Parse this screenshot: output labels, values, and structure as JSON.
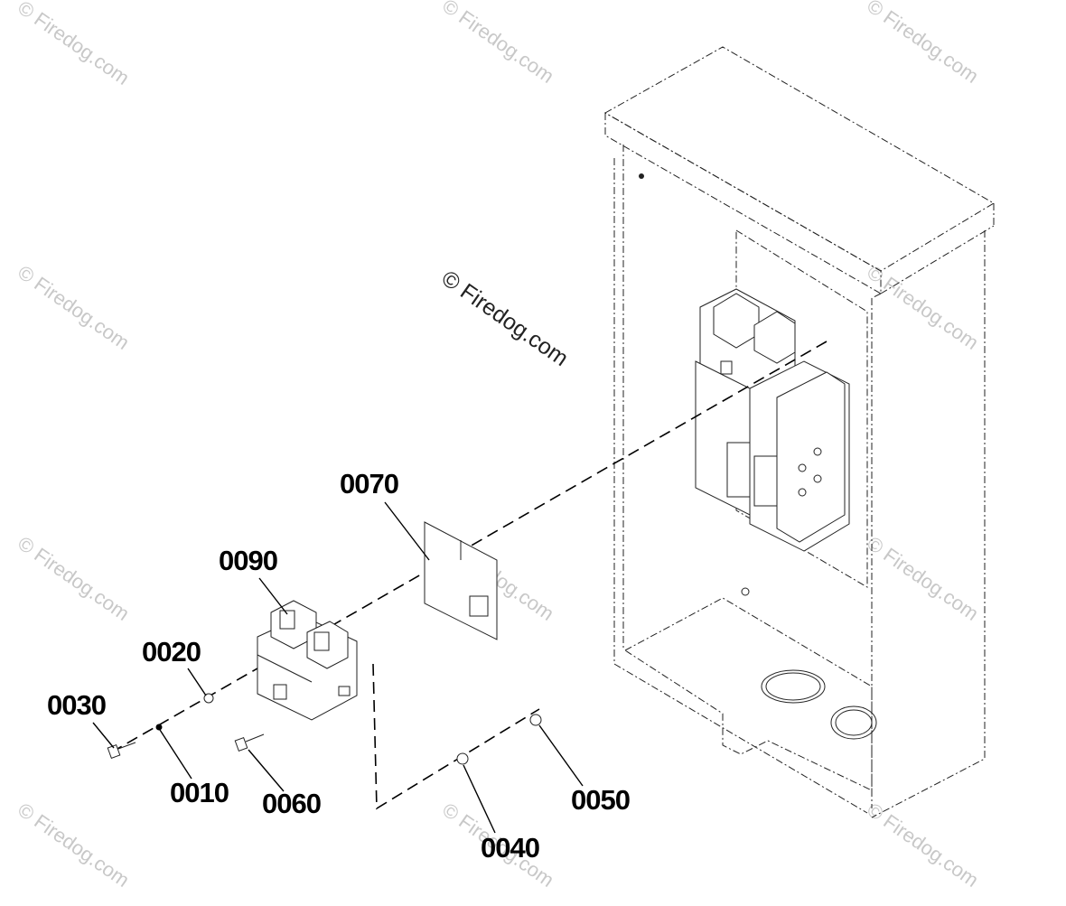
{
  "diagram": {
    "part_labels": [
      "0070",
      "0090",
      "0020",
      "0030",
      "0010",
      "0060",
      "0040",
      "0050"
    ]
  },
  "watermarks": {
    "center": "© Firedog.com",
    "tile": "© Firedog.com"
  }
}
